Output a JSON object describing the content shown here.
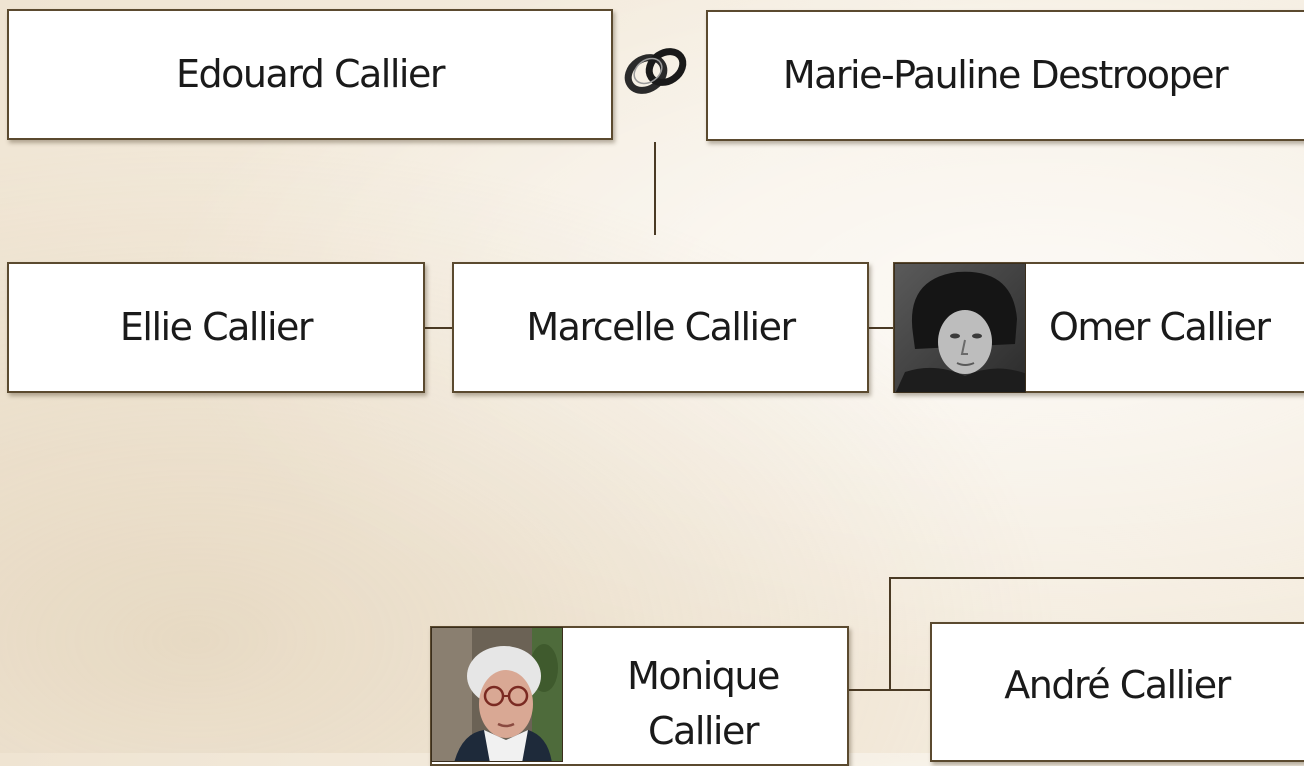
{
  "people": {
    "edouard": {
      "name": "Edouard Callier"
    },
    "marie_pauline": {
      "name": "Marie-Pauline Destrooper"
    },
    "ellie": {
      "name": "Ellie Callier"
    },
    "marcelle": {
      "name": "Marcelle Callier"
    },
    "omer": {
      "name": "Omer Callier"
    },
    "monique": {
      "name": "Monique Callier"
    },
    "andre": {
      "name": "André Callier"
    }
  },
  "icons": {
    "marriage": "wedding-rings-icon",
    "omer_photo": "portrait-photo",
    "monique_photo": "portrait-photo"
  },
  "colors": {
    "border": "#5b4a2f",
    "line": "#4a3a24",
    "box": "#ffffff"
  }
}
